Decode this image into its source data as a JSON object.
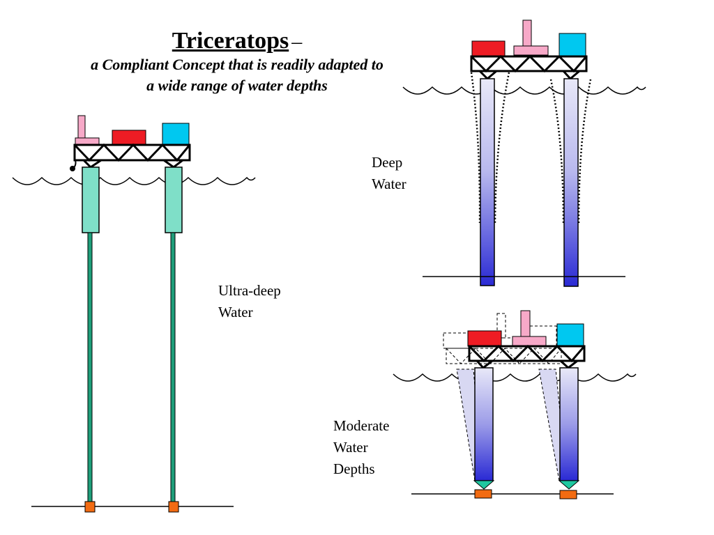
{
  "title": {
    "main": "Triceratops",
    "dash": "–",
    "subtitle_line1": "a Compliant Concept that is readily adapted to",
    "subtitle_line2": "a wide range of water depths"
  },
  "labels": {
    "ultra_deep": [
      "Ultra-deep",
      "Water"
    ],
    "deep": [
      "Deep",
      "Water"
    ],
    "moderate": [
      "Moderate",
      "Water",
      "Depths"
    ]
  },
  "colors": {
    "deck_red": "#ee1c24",
    "deck_pink": "#f7a9c8",
    "deck_cyan": "#00c8f0",
    "buoyant_can": "#7fdfc8",
    "tether": "#1e9e7a",
    "anchor": "#f26b12",
    "leg_top": "#e6e6f7",
    "leg_bottom": "#2b2bd4"
  }
}
